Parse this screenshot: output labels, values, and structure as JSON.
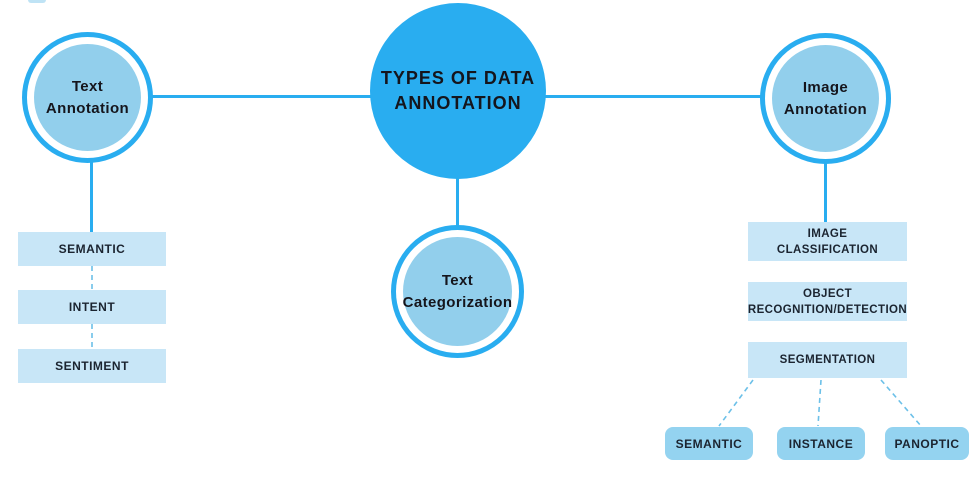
{
  "palette": {
    "accent": "#29ADF0",
    "node_fill": "#92CFEC",
    "box_fill": "#C8E6F7",
    "chip_fill": "#94D3F0",
    "dash_color": "#6CC0E8",
    "text_color": "#1B2430"
  },
  "central_node": {
    "line1": "TYPES OF DATA",
    "line2": "ANNOTATION"
  },
  "text_annotation": {
    "line1": "Text",
    "line2": "Annotation",
    "items": [
      "SEMANTIC",
      "INTENT",
      "SENTIMENT"
    ]
  },
  "text_categorization": {
    "line1": "Text",
    "line2": "Categorization"
  },
  "image_annotation": {
    "line1": "Image",
    "line2": "Annotation",
    "items": [
      {
        "line1": "IMAGE",
        "line2": "CLASSIFICATION"
      },
      {
        "line1": "OBJECT",
        "line2": "RECOGNITION/DETECTION"
      },
      {
        "line1": "SEGMENTATION",
        "line2": ""
      }
    ],
    "segmentation_types": [
      "SEMANTIC",
      "INSTANCE",
      "PANOPTIC"
    ]
  }
}
